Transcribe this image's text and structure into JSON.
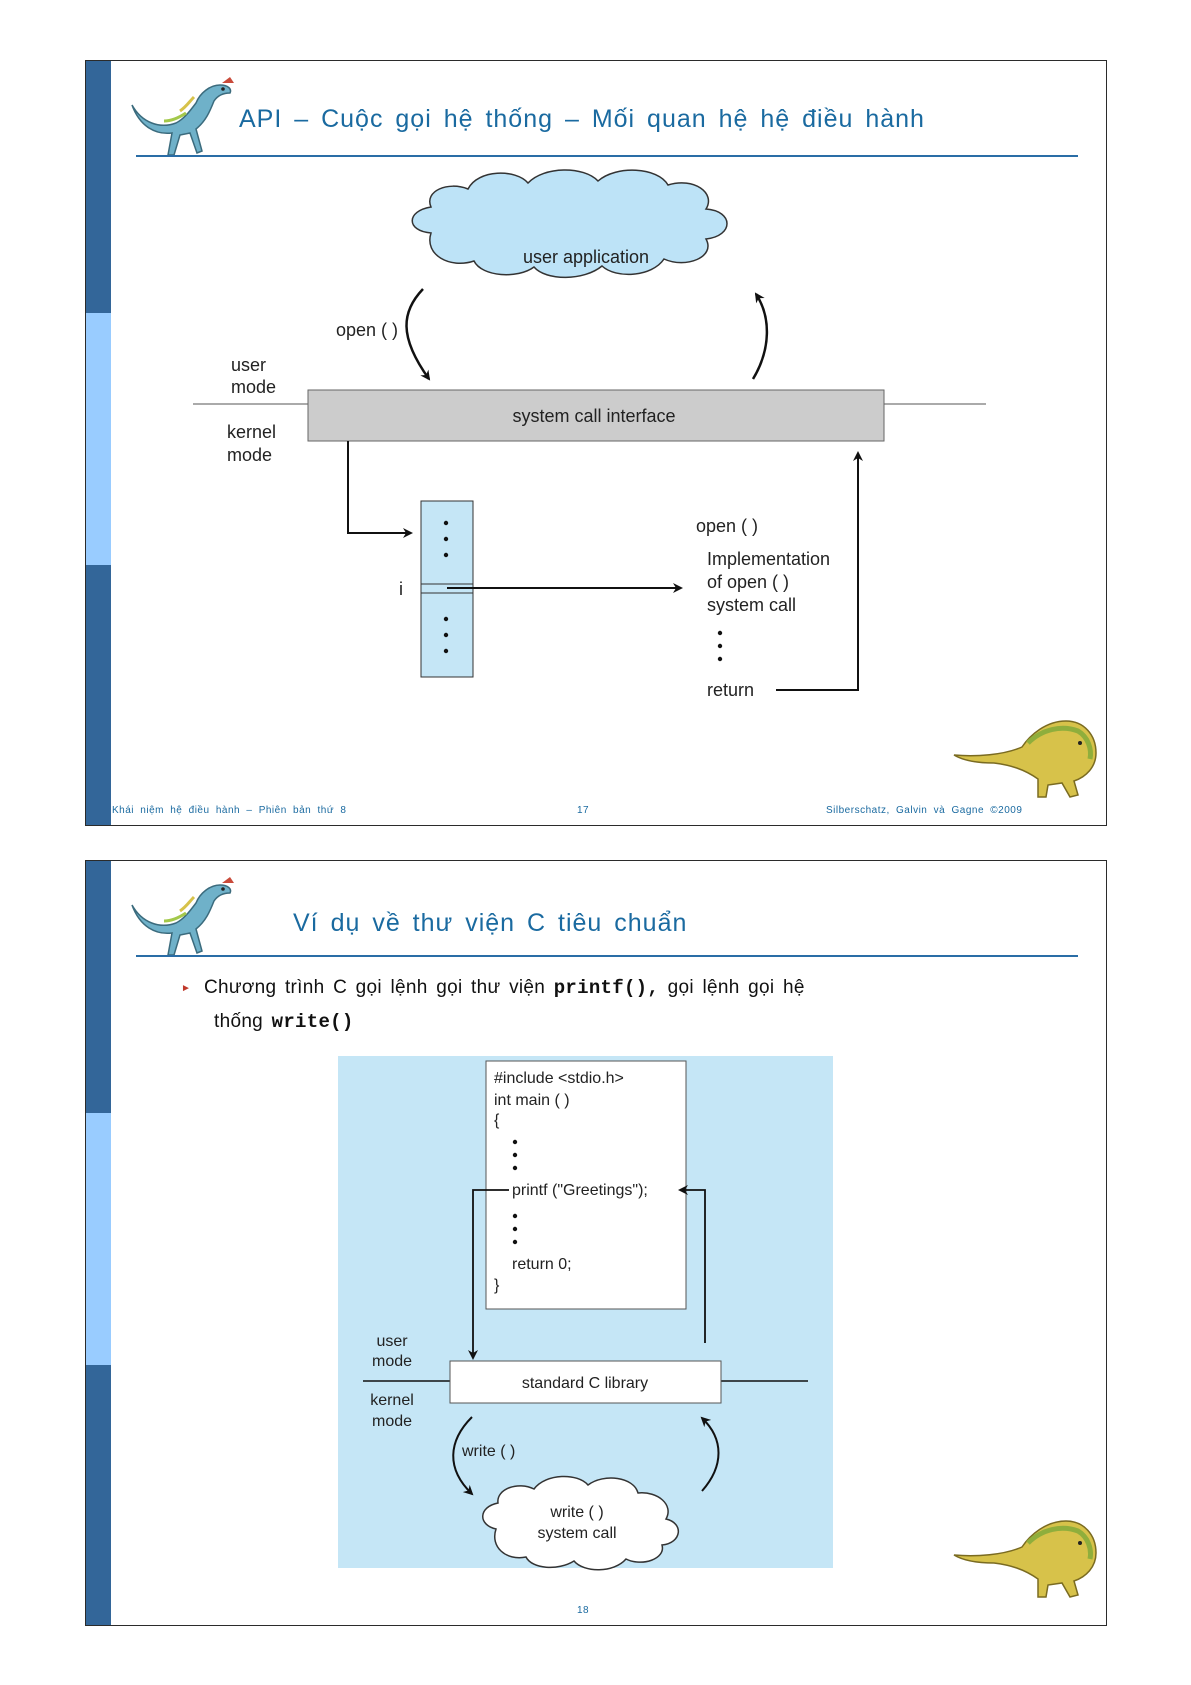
{
  "slide1": {
    "title": "API – Cuộc gọi hệ thống – Mối quan hệ hệ điều hành",
    "diagram": {
      "cloud_label": "user application",
      "open_call_label": "open ( )",
      "user_mode_line1": "user",
      "user_mode_line2": "mode",
      "kernel_mode_line1": "kernel",
      "kernel_mode_line2": "mode",
      "interface_label": "system call interface",
      "index_label": "i",
      "open_header": "open ( )",
      "impl_line1": "Implementation",
      "impl_line2": "of open ( )",
      "impl_line3": "system call",
      "return_label": "return"
    },
    "footer_left": "Khái niệm hệ điều hành – Phiên bản thứ 8",
    "page_number": "17",
    "footer_right": "Silberschatz, Galvin và Gagne ©2009"
  },
  "slide2": {
    "title": "Ví dụ về thư viện C tiêu chuẩn",
    "bullet": {
      "text_a": "Chương trình C gọi lệnh gọi thư viện ",
      "code_a": "printf(),",
      "text_b": " gọi lệnh gọi hệ",
      "text_c": "thống ",
      "code_b": "write()"
    },
    "diagram": {
      "code_line1": "#include <stdio.h>",
      "code_line2": "int main ( )",
      "code_line3": "{",
      "code_printf": "printf (\"Greetings\");",
      "code_return": "return 0;",
      "code_close": "}",
      "user_mode_line1": "user",
      "user_mode_line2": "mode",
      "kernel_mode_line1": "kernel",
      "kernel_mode_line2": "mode",
      "library_label": "standard C library",
      "write_label": "write ( )",
      "cloud_line1": "write ( )",
      "cloud_line2": "system call"
    },
    "page_number": "18"
  },
  "colors": {
    "title": "#1a6aa0",
    "sidebar_dark": "#336699",
    "sidebar_light": "#99ccff",
    "cloud_fill": "#bde3f7",
    "diagram_bg": "#c5e6f6",
    "interface_fill": "#cccccc"
  }
}
